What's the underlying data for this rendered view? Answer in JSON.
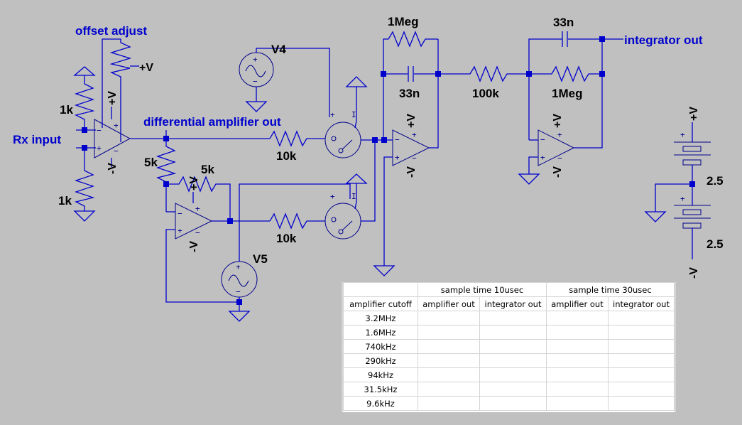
{
  "schematic": {
    "net_labels": {
      "offset_adjust": "offset adjust",
      "rx_input": "Rx input",
      "diff_amp_out": "differential amplifier out",
      "integrator_out": "integrator out",
      "plus_v": "+V"
    },
    "components": {
      "r_top_left": "1k",
      "r_bottom_left": "1k",
      "r_5k_a": "5k",
      "r_5k_b": "5k",
      "r_10k_a": "10k",
      "r_10k_b": "10k",
      "r_1meg_a": "1Meg",
      "c_33n_a": "33n",
      "r_100k": "100k",
      "c_33n_b": "33n",
      "r_1meg_b": "1Meg",
      "v4": "V4",
      "v5": "V5",
      "bat_top": "2.5",
      "bat_bottom": "2.5"
    },
    "supply_labels": {
      "pos": "+V",
      "neg": "-V"
    },
    "pin_labels": {
      "plus": "+",
      "minus": "−",
      "switch_minus": "I"
    }
  },
  "table": {
    "group_headers": [
      "",
      "sample time 10usec",
      "sample time 30usec"
    ],
    "columns": [
      "amplifier cutoff",
      "amplifier out",
      "integrator out",
      "amplifier out",
      "integrator out"
    ],
    "rows": [
      {
        "cutoff": "3.2MHz",
        "values": [
          "",
          "",
          "",
          ""
        ]
      },
      {
        "cutoff": "1.6MHz",
        "values": [
          "",
          "",
          "",
          ""
        ]
      },
      {
        "cutoff": "740kHz",
        "values": [
          "",
          "",
          "",
          ""
        ]
      },
      {
        "cutoff": "290kHz",
        "values": [
          "",
          "",
          "",
          ""
        ]
      },
      {
        "cutoff": "94kHz",
        "values": [
          "",
          "",
          "",
          ""
        ]
      },
      {
        "cutoff": "31.5kHz",
        "values": [
          "",
          "",
          "",
          ""
        ]
      },
      {
        "cutoff": "9.6kHz",
        "values": [
          "",
          "",
          "",
          ""
        ]
      }
    ]
  },
  "colors": {
    "wire": "#0000cd",
    "background": "#c0c0c0",
    "net_label": "#0000cd"
  }
}
